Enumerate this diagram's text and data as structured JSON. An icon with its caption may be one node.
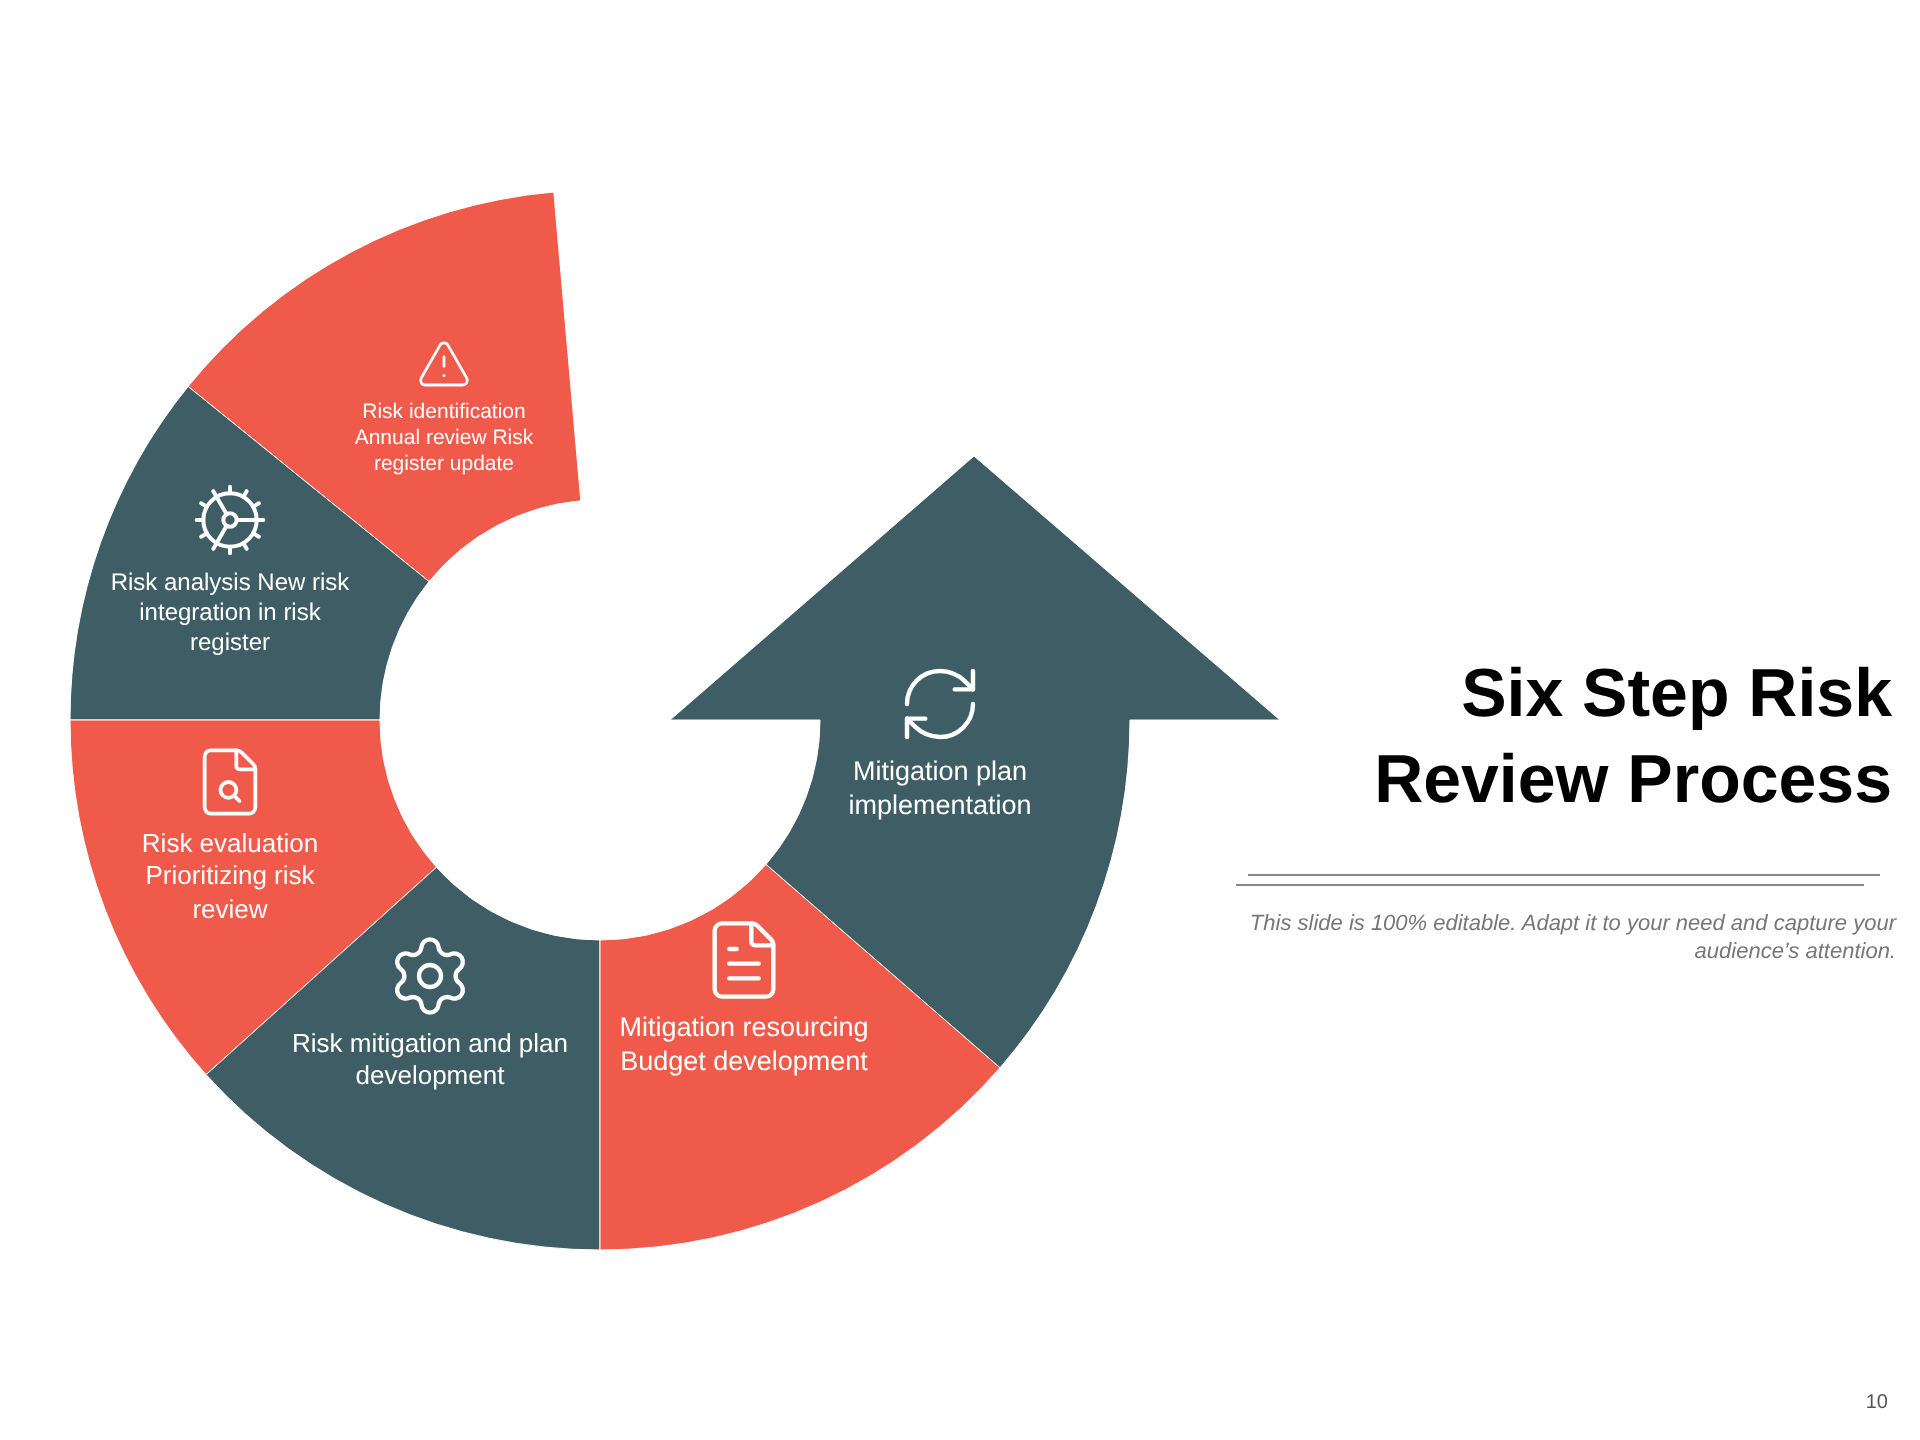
{
  "diagram": {
    "title": "Six Step Risk Review Process",
    "nodes": [
      {
        "text": [
          "Risk identification Annual review Risk register update"
        ]
      },
      {
        "text": [
          "Risk analysis New risk integration  in risk register"
        ]
      },
      {
        "text": [
          "Risk evaluation Prioritizing risk review"
        ]
      },
      {
        "text": [
          "Risk mitigation and plan development"
        ]
      },
      {
        "text": [
          "Mitigation resourcing Budget development"
        ]
      },
      {
        "text": [
          "Mitigation plan implementation"
        ]
      }
    ],
    "labels": [
      "This slide is 100% editable. Adapt it to your need and capture your audience’s attention.",
      "10"
    ]
  }
}
